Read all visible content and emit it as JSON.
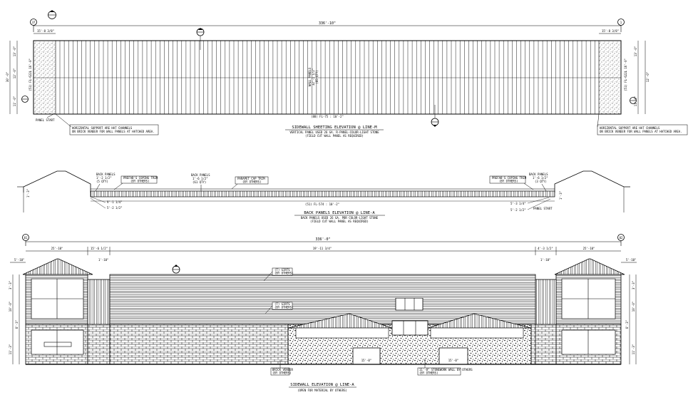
{
  "drawing": {
    "top": {
      "grid_left": "37",
      "grid_right": "1",
      "overall_dim": "336'-10\"",
      "end_left_dim": "15'-8 3/8\"",
      "end_right_dim": "15'-8 3/8\"",
      "height_total": "30'-0\"",
      "left_v1": "13'-0\"",
      "left_v2": "12'-0\"",
      "left_v3": "11'-0\"",
      "left_fl": "(51) FL-622L 16'-0\"",
      "right_v1": "13'-0\"",
      "right_v2": "12'-0\"",
      "right_v3": "11'-0\"",
      "right_fl": "(51) FL-622L 16'-0\"",
      "wall_panels_1": "WALL PANELS",
      "wall_panels_2": "32'-1 1/2\"",
      "wall_panels_3": "(85 QTY)",
      "count_label": "(88) FL-75 : 10'-2\"",
      "panel_start": "PANEL START",
      "note_left_1": "HORIZONTAL SUPPORT ARE HAT CHANNELS",
      "note_left_2": "ON BRICK VENEER FOR WALL PANELS AT HATCHED AREA.",
      "note_right_1": "HORIZONTAL SUPPORT ARE HAT CHANNELS",
      "note_right_2": "ON BRICK VENEER FOR WALL PANELS AT HATCHED AREA.",
      "title": "SIDEWALL SHEETING ELEVATION @ LINE-M",
      "sub1": "VERTICAL PANEL USED 26 GA. R-PANEL-COLOR-LIGHT STONE",
      "sub2": "(FIELD CUT WALL PANEL AS REQUIRED)"
    },
    "middle": {
      "back_panels_l": "BACK PANELS",
      "back_panels_l_dim": "1'-2 1/2\"",
      "back_panels_l_qty": "(5 QTY)",
      "prefab_l_1": "PREFAB'S COPING TRIM",
      "prefab_l_2": "(BY OTHERS)",
      "back_panels_c": "BACK PANELS",
      "back_panels_c_dim": "1'-6 1/2\"",
      "back_panels_c_qty": "(61 QTY)",
      "parapet_1": "PARAPET CAP TRIM",
      "parapet_2": "(BY OTHERS)",
      "prefab_r_1": "PREFAB'S COPING TRIM",
      "prefab_r_2": "(BY OTHERS)",
      "back_panels_r": "BACK PANELS",
      "back_panels_r_dim": "1'-6 1/2\"",
      "back_panels_r_qty": "(3 QTY)",
      "left_dim_a": "9'-1 1/4\"",
      "left_dim_b": "5'-2 1/2\"",
      "left_v": "1'-3\"",
      "right_dim_a": "5'-3 1/4\"",
      "right_dim_b": "5'-2 1/2\"",
      "right_v": "1'-3\"",
      "count_label": "(51) FL-574 : 10'-2\"",
      "panel_start": "PANEL START",
      "title": "BACK PANELS ELEVATION @ LINE-A",
      "sub1": "BACK PANELS USED 26 GA. PBR COLOR-LIGHT STONE",
      "sub2": "(FIELD CUT WALL PANEL AS REQUIRED)"
    },
    "bottom": {
      "grid_left": "01",
      "grid_right": "02",
      "overall_dim": "336'-0\"",
      "seg_a": "25'-10\"",
      "seg_b": "15'-6 1/2\"",
      "seg_c": "19'-11 3/4\"",
      "seg_d": "4'-3 1/2\"",
      "seg_e": "25'-10\"",
      "sub_l1": "5'-10\"",
      "sub_l2": "1'-10\"",
      "sub_r1": "1'-10\"",
      "sub_r2": "5'-10\"",
      "note_1_a": "(T) GIRTS",
      "note_1_b": "(BY OTHERS)",
      "note_2_a": "(T) GIRTS",
      "note_2_b": "(BY OTHERS)",
      "v_left_1": "3'-3\"",
      "v_left_2": "10'-0\"",
      "v_left_3": "8'-3\"",
      "v_left_4": "11'-3\"",
      "v_right_1": "3'-3\"",
      "v_right_2": "10'-0\"",
      "v_right_3": "8'-3\"",
      "v_right_4": "11'-3\"",
      "door_1": "15'-0\"",
      "door_2": "15'-0\"",
      "brick_note_a": "BRICK VENEER",
      "brick_note_b": "(BY OTHERS)",
      "stone_note_a": "11'-8\" STONEWORK WALL BY OTHERS",
      "stone_note_b": "(BY OTHERS)",
      "title": "SIDEWALL ELEVATION @ LINE-A",
      "sub1": "(OPEN FOR MATERIAL BY OTHERS)"
    }
  }
}
